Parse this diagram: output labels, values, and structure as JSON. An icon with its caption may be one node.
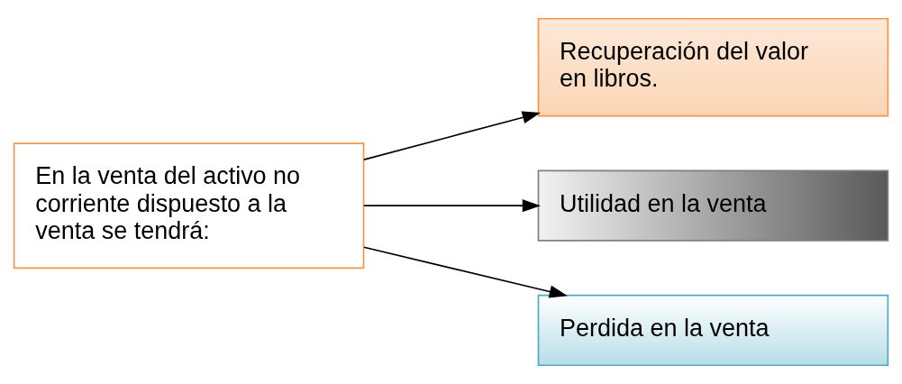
{
  "diagram": {
    "nodes": [
      {
        "text": [
          "En la venta del activo no corriente dispuesto a la venta se tendrá:"
        ]
      },
      {
        "text": [
          "Recuperación del valor en libros."
        ]
      },
      {
        "text": [
          "Utilidad en la venta"
        ]
      },
      {
        "text": [
          "Perdida en la venta"
        ]
      }
    ],
    "edges": [
      {
        "from": 0,
        "to": 1,
        "arrow": "to"
      },
      {
        "from": 0,
        "to": 2,
        "arrow": "to"
      },
      {
        "from": 0,
        "to": 3,
        "arrow": "to"
      }
    ]
  }
}
